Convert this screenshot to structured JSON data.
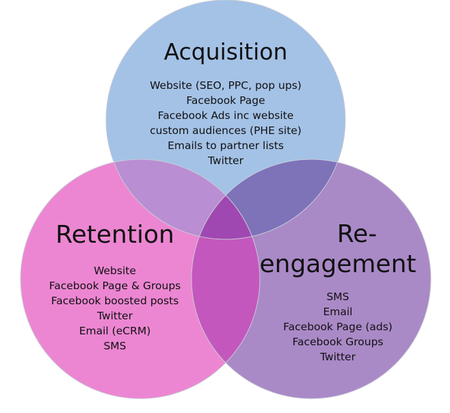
{
  "colors": {
    "acquisition_fill": "#a4c2e6",
    "retention_fill": "#ec86d2",
    "reengagement_fill": "#aa89c7",
    "overlap_acq_ret": "#b98ed2",
    "overlap_acq_reng": "#7e72b9",
    "overlap_ret_reng": "#c457bd",
    "overlap_center": "#a048b1",
    "outline": "#c9cbd6"
  },
  "acquisition": {
    "title": "Acquisition",
    "items": [
      "Website (SEO, PPC, pop ups)",
      "Facebook Page",
      "Facebook Ads inc website",
      "custom audiences (PHE site)",
      "Emails to partner lists",
      "Twitter"
    ]
  },
  "retention": {
    "title": "Retention",
    "items": [
      "Website",
      "Facebook Page & Groups",
      "Facebook boosted posts",
      "Twitter",
      "Email (eCRM)",
      "SMS"
    ]
  },
  "reengagement": {
    "title_line1": "Re-",
    "title_line2": "engagement",
    "items": [
      "SMS",
      "Email",
      "Facebook Page (ads)",
      "Facebook Groups",
      "Twitter"
    ]
  }
}
